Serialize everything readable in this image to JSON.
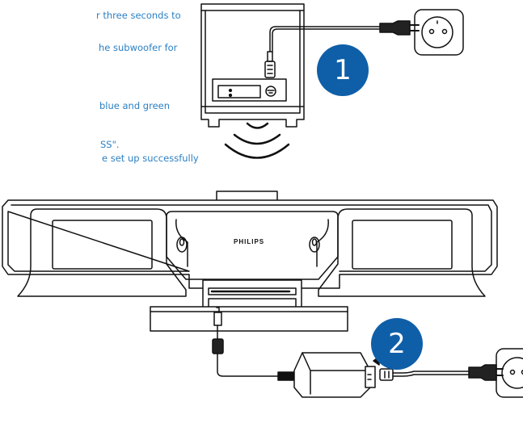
{
  "instructions": {
    "lines": [
      "r three seconds to",
      "he subwoofer for",
      "blue and green",
      "SS\".",
      "e set up successfully"
    ]
  },
  "steps": {
    "step1": "1",
    "step2": "2"
  },
  "device": {
    "brand": "PHILIPS"
  },
  "colors": {
    "accent_text": "#2b7fc3",
    "step_badge": "#0f5fa8",
    "line_art": "#111111"
  }
}
